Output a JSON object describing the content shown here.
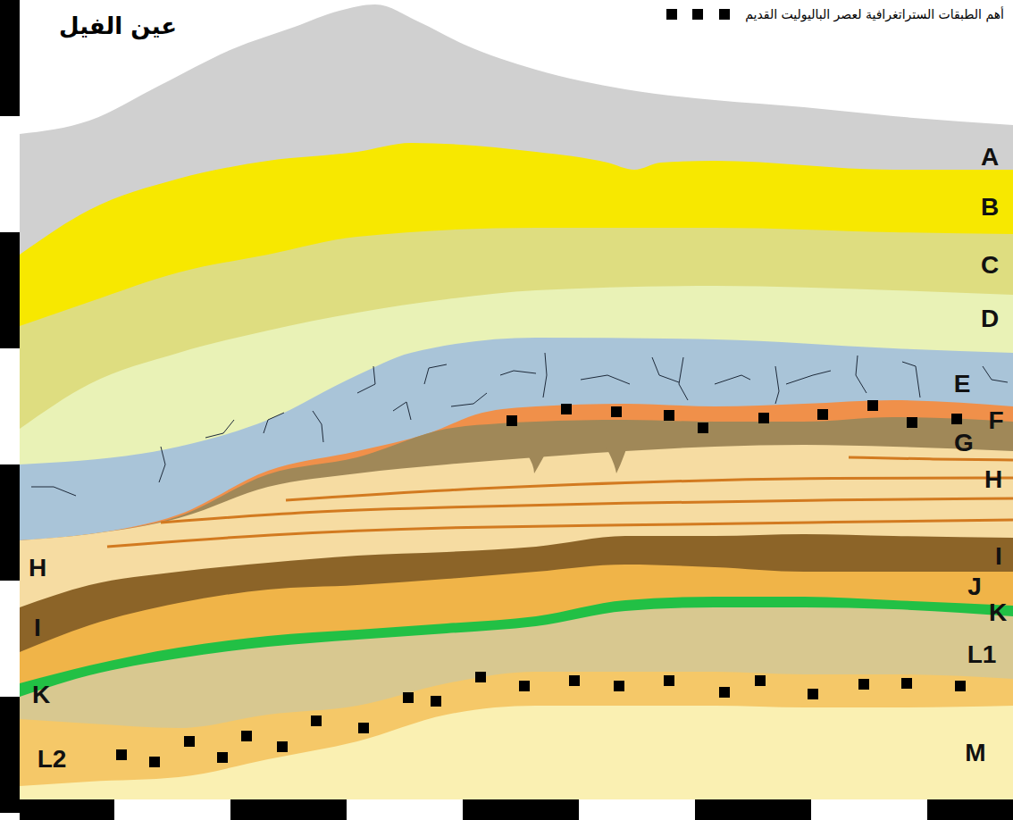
{
  "diagram": {
    "title": "عين الفيل",
    "labels": [
      "A",
      "B",
      "C",
      "D",
      "E",
      "F",
      "G",
      "H",
      "H",
      "I",
      "I",
      "J",
      "K",
      "K",
      "L1",
      "L2",
      "M"
    ],
    "legend": [
      {
        "text": "أهم الطبقات الستراتغرافية لعصر الباليوليت القديم"
      }
    ]
  }
}
